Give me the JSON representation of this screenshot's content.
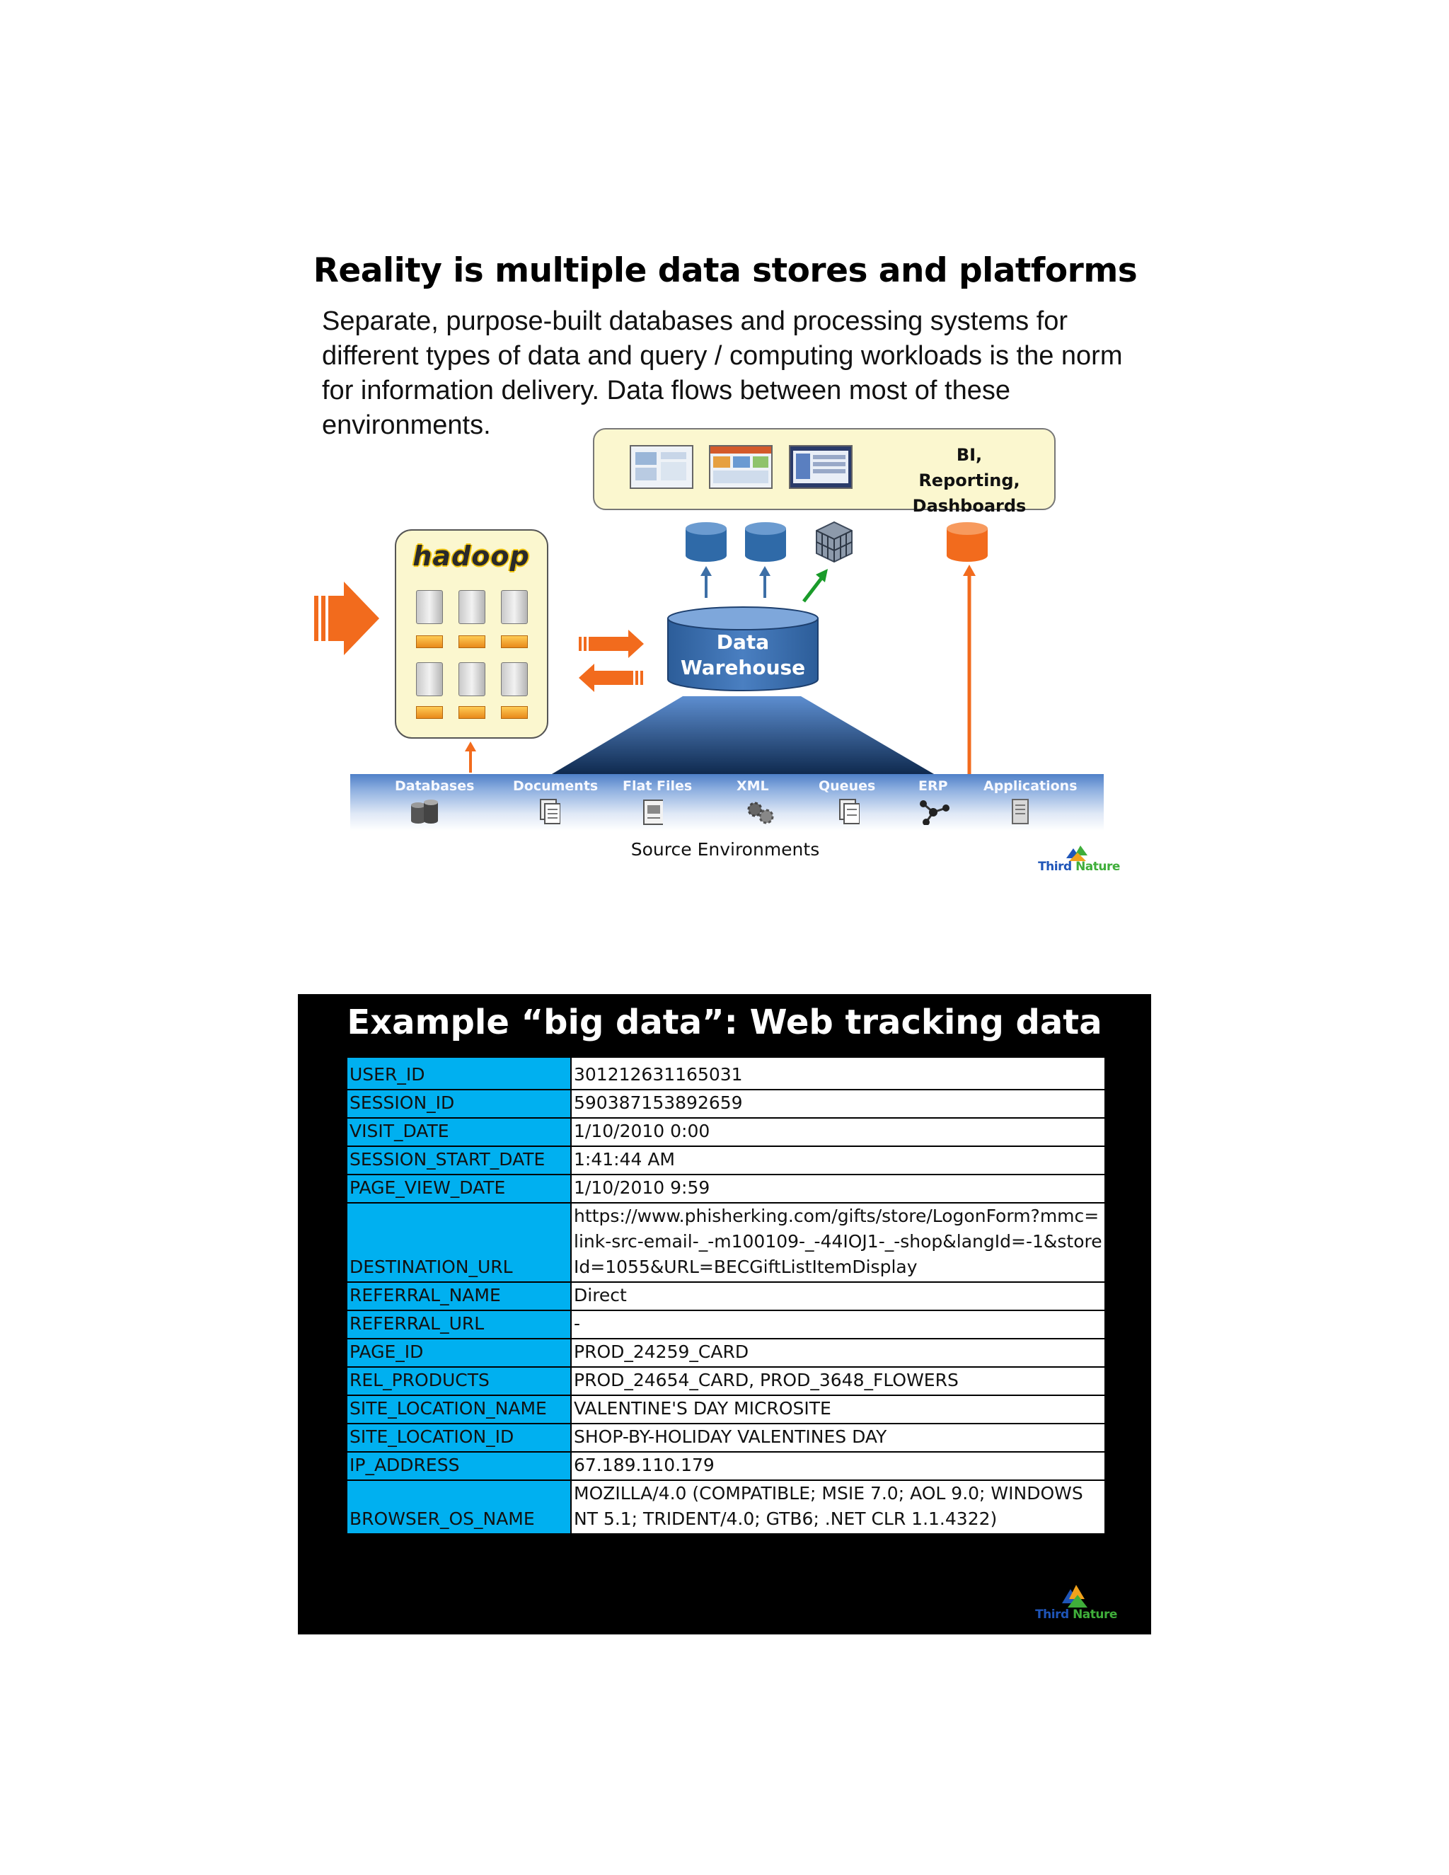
{
  "slide1": {
    "title": "Reality is multiple data stores and platforms",
    "body": "Separate, purpose-built databases and processing systems for different types of data and query / computing workloads is the norm for information delivery. Data flows between most of these environments.",
    "bi_label": "BI, Reporting, Dashboards",
    "hadoop_label": "hadoop",
    "warehouse_label": "Data Warehouse",
    "sources": [
      "Databases",
      "Documents",
      "Flat Files",
      "XML",
      "Queues",
      "ERP",
      "Applications"
    ],
    "source_env_label": "Source Environments",
    "logo": {
      "word1": "Third",
      "word2": "Nature"
    }
  },
  "slide2": {
    "title": "Example “big data”: Web tracking data",
    "rows": [
      {
        "key": "USER_ID",
        "value": "301212631165031"
      },
      {
        "key": "SESSION_ID",
        "value": "590387153892659"
      },
      {
        "key": "VISIT_DATE",
        "value": "1/10/2010 0:00"
      },
      {
        "key": "SESSION_START_DATE",
        "value": "1:41:44 AM"
      },
      {
        "key": "PAGE_VIEW_DATE",
        "value": "1/10/2010 9:59"
      },
      {
        "key": "DESTINATION_URL",
        "value": "https://www.phisherking.com/gifts/store/LogonForm?mmc=link-src-email-_-m100109-_-44IOJ1-_-shop&langId=-1&storeId=1055&URL=BECGiftListItemDisplay"
      },
      {
        "key": "REFERRAL_NAME",
        "value": "Direct"
      },
      {
        "key": "REFERRAL_URL",
        "value": "-"
      },
      {
        "key": "PAGE_ID",
        "value": "PROD_24259_CARD"
      },
      {
        "key": "REL_PRODUCTS",
        "value": "PROD_24654_CARD, PROD_3648_FLOWERS"
      },
      {
        "key": "SITE_LOCATION_NAME",
        "value": "VALENTINE'S DAY MICROSITE"
      },
      {
        "key": "SITE_LOCATION_ID",
        "value": "SHOP-BY-HOLIDAY VALENTINES DAY"
      },
      {
        "key": "IP_ADDRESS",
        "value": "67.189.110.179"
      },
      {
        "key": "BROWSER_OS_NAME",
        "value": "MOZILLA/4.0 (COMPATIBLE; MSIE 7.0; AOL 9.0; WINDOWS NT 5.1; TRIDENT/4.0; GTB6; .NET CLR 1.1.4322)"
      }
    ],
    "logo": {
      "word1": "Third",
      "word2": "Nature"
    }
  },
  "colors": {
    "orange_arrow": "#f26b1d",
    "blue_arrow": "#3d6fa6",
    "green_arrow": "#1a9b2a",
    "key_cell": "#00b0f0",
    "bi_box": "#fbf7cf"
  }
}
